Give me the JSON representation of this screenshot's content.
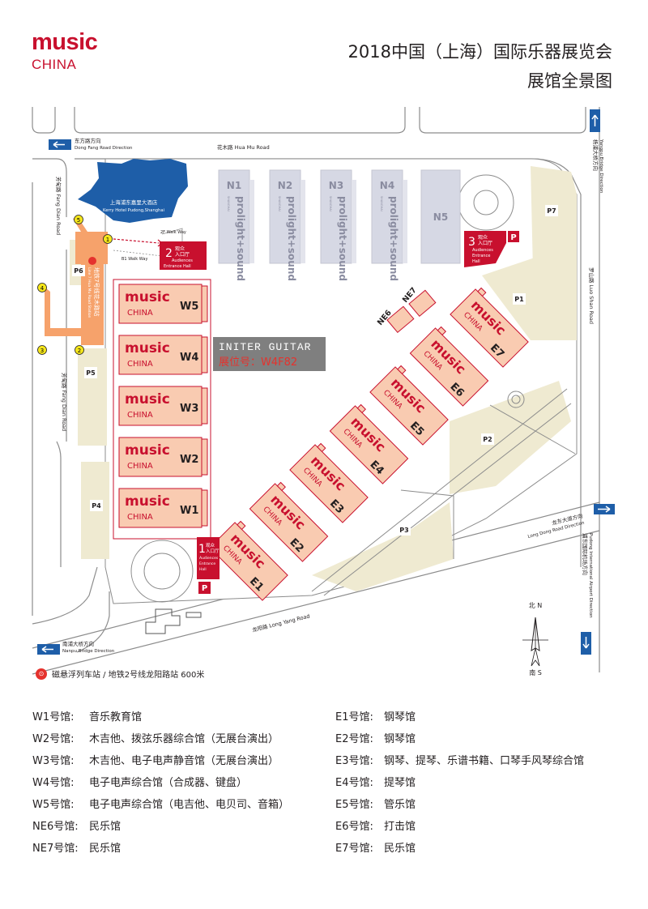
{
  "header": {
    "logo_word": "music",
    "logo_sub": "CHINA",
    "title_line1": "2018中国（上海）国际乐器展览会",
    "title_line2": "展馆全景图"
  },
  "colors": {
    "brand_red": "#c8102e",
    "hall_fill": "#f9cbb1",
    "hall_stroke": "#c8102e",
    "plot_fill": "#efead1",
    "road_stroke": "#8c8c8c",
    "north_hall_fill": "#d6d8e4",
    "metro_orange": "#f6a26b",
    "blue_arrow": "#1e5ea8",
    "highlight_box": "#7f7f7f"
  },
  "map": {
    "roads": {
      "hua_mu": "花木路 Hua Mu Road",
      "dong_fang": "东方路方向",
      "dong_fang_en": "Dong Fang Road Direction",
      "fang_dian_top": "芳甸路 Fang Dian Road",
      "fang_dian_mid": "芳甸路 Fang Dian Road",
      "yang_pu_cn": "杨浦大桥方向",
      "yang_pu_en": "Yangpu Bridge Direction",
      "luo_shan": "罗山路 Luo Shan Road",
      "long_dong_cn": "龙东大道方向",
      "long_dong_en": "Long Dong Road Direction",
      "pu_dong_cn": "浦东国际机场方向",
      "pu_dong_en": "Pudong International Airport Direction",
      "long_yang": "龙阳路 Long Yang Road",
      "nan_pu_cn": "南浦大桥方向",
      "nan_pu_en": "Nanpu Bridge Direction"
    },
    "hotel": "上海浦东嘉里大酒店",
    "hotel_en": "Kerry Hotel Pudong,Shanghai",
    "walk_2f": "2F Walk Way",
    "walk_b1": "B1 Walk Way",
    "metro_station": "地铁7号线花木路站",
    "metro_station_en": "Line 7 Hua Mu Road Station",
    "entrances": [
      {
        "num": "1",
        "cn1": "观众",
        "cn2": "入口厅",
        "en1": "Audiences",
        "en2": "Entrance",
        "en3": "Hall"
      },
      {
        "num": "2",
        "cn1": "观众",
        "cn2": "入口厅",
        "en1": "Audiences",
        "en2": "Entrance Hall",
        "en3": ""
      },
      {
        "num": "3",
        "cn1": "观众",
        "cn2": "入口厅",
        "en1": "Audiences",
        "en2": "Entrance",
        "en3": "Hall"
      }
    ],
    "parking_letter": "P",
    "parkings": [
      "P1",
      "P2",
      "P3",
      "P4",
      "P5",
      "P6",
      "P7"
    ],
    "north_halls": [
      "N1",
      "N2",
      "N3",
      "N4",
      "N5"
    ],
    "north_brand": "prolight+sound",
    "north_sub": "SHANGHAI",
    "west_halls": [
      "W5",
      "W4",
      "W3",
      "W2",
      "W1"
    ],
    "east_halls": [
      "E7",
      "E6",
      "E5",
      "E4",
      "E3",
      "E2",
      "E1"
    ],
    "ne_halls": [
      "NE6",
      "NE7"
    ],
    "hall_brand": "music",
    "hall_sub": "CHINA",
    "exits": [
      "1",
      "2",
      "3",
      "4",
      "5"
    ],
    "highlight": {
      "line1": "INITER GUITAR",
      "line2": "展位号：W4F82"
    },
    "compass": {
      "north": "北 N",
      "south": "南 S"
    }
  },
  "metro_note": "磁悬浮列车站 / 地铁2号线龙阳路站  600米",
  "legend_left": [
    {
      "k": "W1号馆:",
      "v": "音乐教育馆"
    },
    {
      "k": "W2号馆:",
      "v": "木吉他、拨弦乐器综合馆（无展台演出）"
    },
    {
      "k": "W3号馆:",
      "v": "木吉他、电子电声静音馆（无展台演出）"
    },
    {
      "k": "W4号馆:",
      "v": "电子电声综合馆（合成器、键盘）"
    },
    {
      "k": "W5号馆:",
      "v": "电子电声综合馆（电吉他、电贝司、音箱）"
    },
    {
      "k": "NE6号馆:",
      "v": "民乐馆"
    },
    {
      "k": "NE7号馆:",
      "v": "民乐馆"
    }
  ],
  "legend_right": [
    {
      "k": "E1号馆:",
      "v": "钢琴馆"
    },
    {
      "k": "E2号馆:",
      "v": "钢琴馆"
    },
    {
      "k": "E3号馆:",
      "v": "钢琴、提琴、乐谱书籍、口琴手风琴综合馆"
    },
    {
      "k": "E4号馆:",
      "v": "提琴馆"
    },
    {
      "k": "E5号馆:",
      "v": "管乐馆"
    },
    {
      "k": "E6号馆:",
      "v": "打击馆"
    },
    {
      "k": "E7号馆:",
      "v": "民乐馆"
    }
  ]
}
